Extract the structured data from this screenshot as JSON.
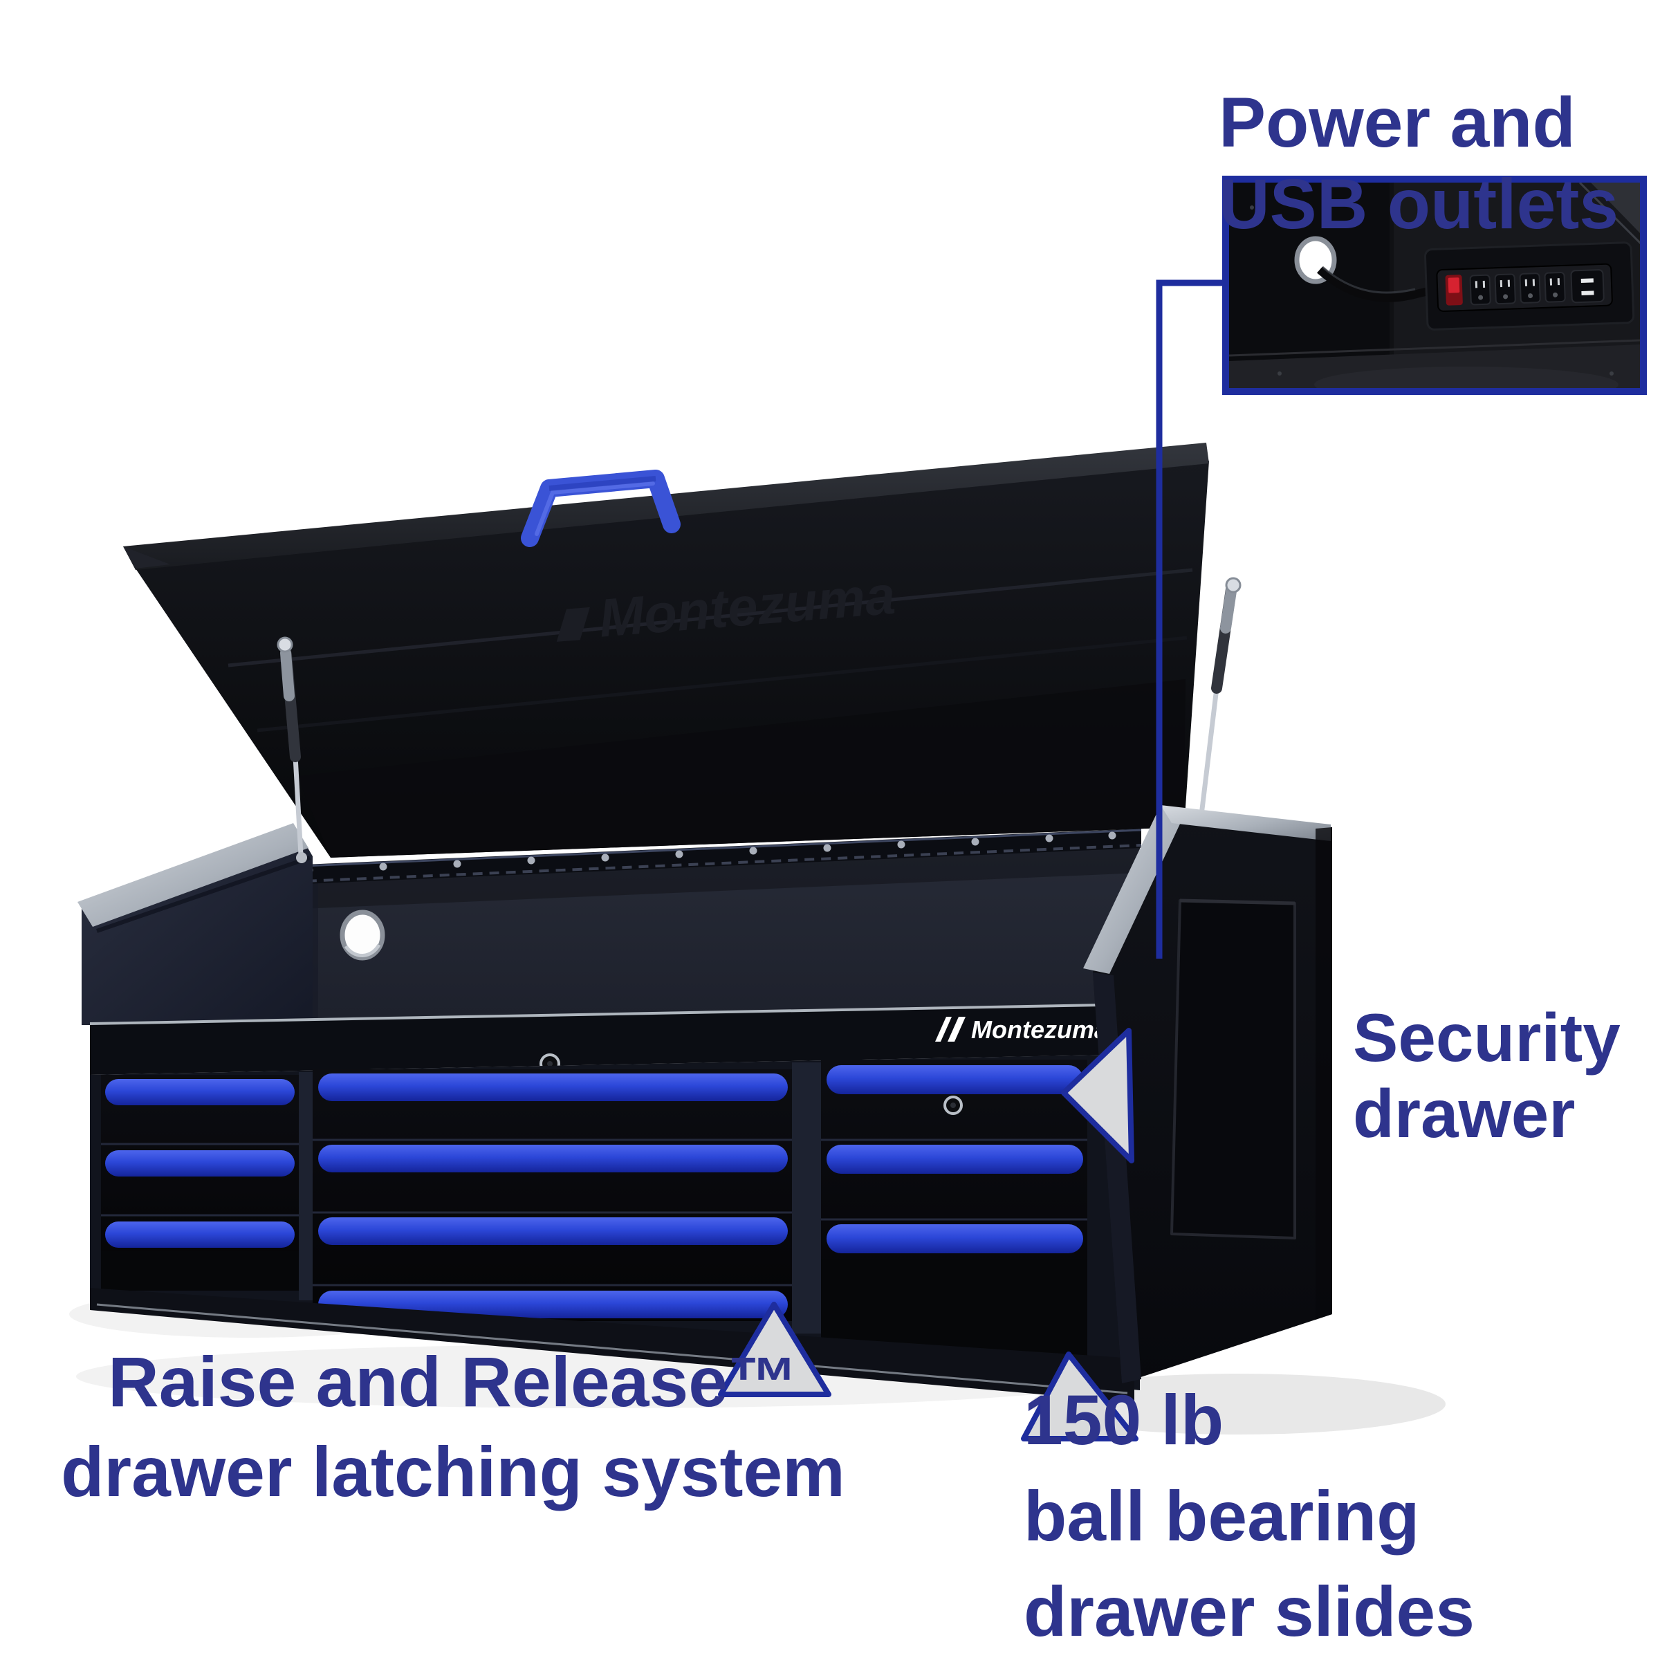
{
  "page": {
    "background": "#ffffff"
  },
  "product": {
    "brand": "Montezuma",
    "lid_embossed_logo": "Montezuma",
    "front_rail_logo": "Montezuma"
  },
  "callouts": {
    "power_usb": {
      "lines": [
        "Power and",
        "USB outlets"
      ]
    },
    "security": {
      "lines": [
        "Security",
        "drawer"
      ]
    },
    "raise_release": {
      "lines": [
        "Raise and Release™",
        "drawer latching system"
      ]
    },
    "slides": {
      "lines": [
        "150 lb",
        "ball bearing",
        "drawer slides"
      ]
    }
  },
  "colors": {
    "navy-text": "#2e348d",
    "navy-line": "#1e2d9e",
    "arrow-fill": "#d9dadc",
    "page-bg": "#ffffff",
    "handle-blue": "#2c47d8",
    "body-black": "#0a0b10",
    "silver-trim": "#b7bdc6",
    "switch-red": "#d62230",
    "logo-white": "#ffffff"
  }
}
